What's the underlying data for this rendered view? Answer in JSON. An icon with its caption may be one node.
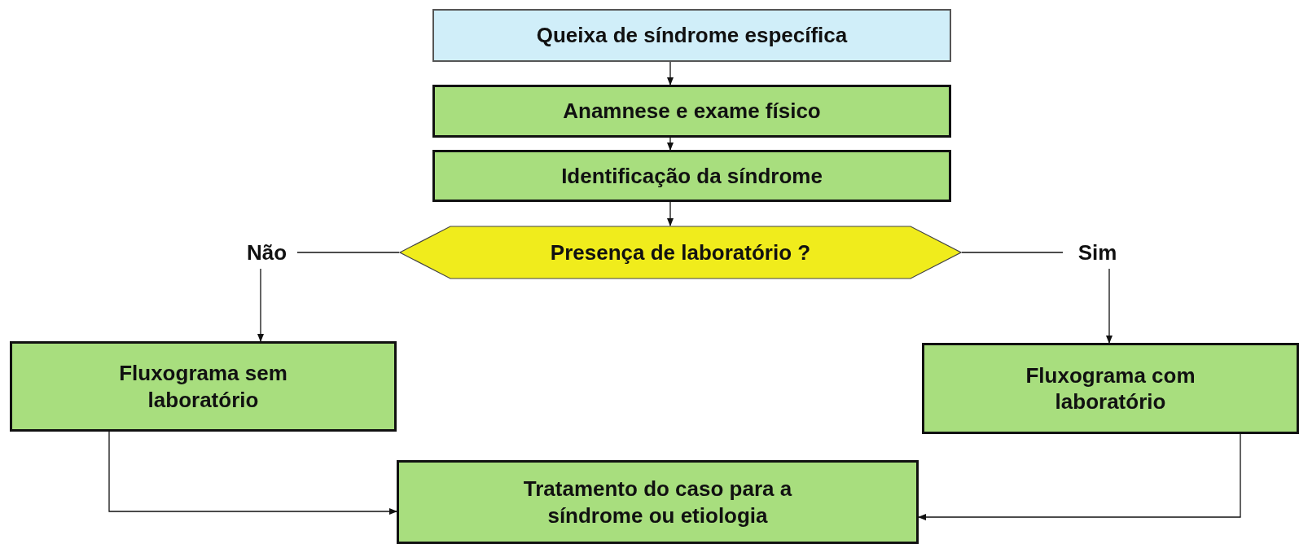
{
  "diagram": {
    "nodes": [
      {
        "text": [
          "Queixa de síndrome específica"
        ]
      },
      {
        "text": [
          "Anamnese e exame físico"
        ]
      },
      {
        "text": [
          "Identificação da síndrome"
        ]
      },
      {
        "text": [
          "Presença de laboratório ?"
        ]
      },
      {
        "text": [
          "Não"
        ]
      },
      {
        "text": [
          "Sim"
        ]
      },
      {
        "text": [
          "Fluxograma sem laboratório"
        ]
      },
      {
        "text": [
          "Fluxograma com laboratório"
        ]
      },
      {
        "text": [
          "Tratamento do caso para a síndrome ou etiologia"
        ]
      }
    ],
    "edges": [
      {
        "from": 0,
        "to": 1,
        "arrow": "to"
      },
      {
        "from": 1,
        "to": 2,
        "arrow": "to"
      },
      {
        "from": 2,
        "to": 3,
        "arrow": "to"
      },
      {
        "from": 3,
        "to": 4,
        "arrow": "none"
      },
      {
        "from": 3,
        "to": 5,
        "arrow": "none"
      },
      {
        "from": 4,
        "to": 6,
        "arrow": "to"
      },
      {
        "from": 5,
        "to": 7,
        "arrow": "to"
      },
      {
        "from": 6,
        "to": 8,
        "arrow": "to"
      },
      {
        "from": 7,
        "to": 8,
        "arrow": "to"
      }
    ]
  }
}
